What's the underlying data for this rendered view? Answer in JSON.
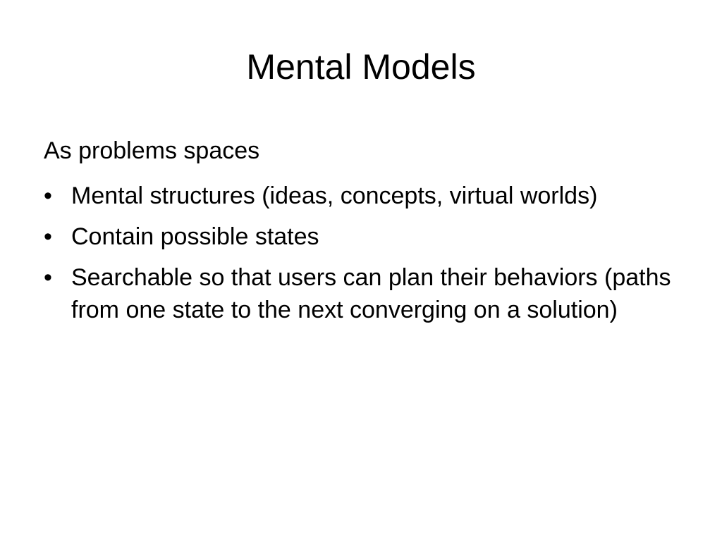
{
  "slide": {
    "title": "Mental Models",
    "intro": "As problems spaces",
    "bullet_glyph": "•",
    "bullets": [
      {
        "text": "Mental structures (ideas, concepts, virtual worlds)"
      },
      {
        "text": "Contain possible states"
      },
      {
        "text": "Searchable so that users can plan their behaviors (paths from one state to the next converging on a solution)"
      }
    ]
  }
}
